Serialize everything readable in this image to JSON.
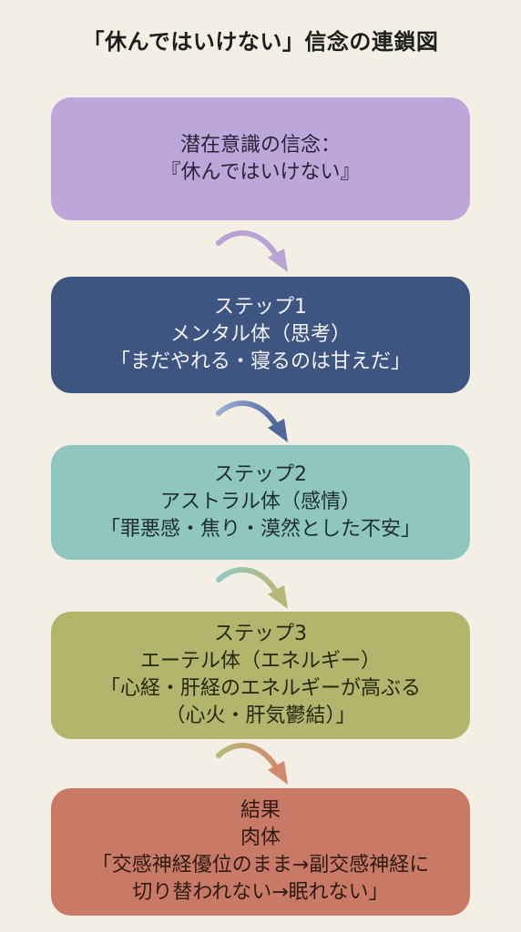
{
  "title": "「休んではいけない」信念の連鎖図",
  "boxes": [
    {
      "lines": [
        "潜在意識の信念：",
        "『休んではいけない』"
      ]
    },
    {
      "lines": [
        "ステップ1",
        "メンタル体（思考）",
        "「まだやれる・寝るのは甘えだ」"
      ]
    },
    {
      "lines": [
        "ステップ2",
        "アストラル体（感情）",
        "「罪悪感・焦り・漠然とした不安」"
      ]
    },
    {
      "lines": [
        "ステップ3",
        "エーテル体（エネルギー）",
        "「心経・肝経のエネルギーが高ぶる",
        "（心火・肝気鬱結）」"
      ]
    },
    {
      "lines": [
        "結果",
        "肉体",
        "「交感神経優位のまま→副交感神経に",
        "切り替われない→眠れない」"
      ]
    }
  ],
  "colors": {
    "background": "#f4efe4",
    "belief": "#bda6d9",
    "step1": "#3f5581",
    "step2": "#8fc7c0",
    "step3": "#b2b56c",
    "result": "#c97a66",
    "arrow1": "#b9a3d6",
    "arrow2": "#6f86b4",
    "arrow3": "#9fc7ab",
    "arrow4": "#cf9374"
  },
  "icons": [
    "curved-arrow-icon"
  ]
}
